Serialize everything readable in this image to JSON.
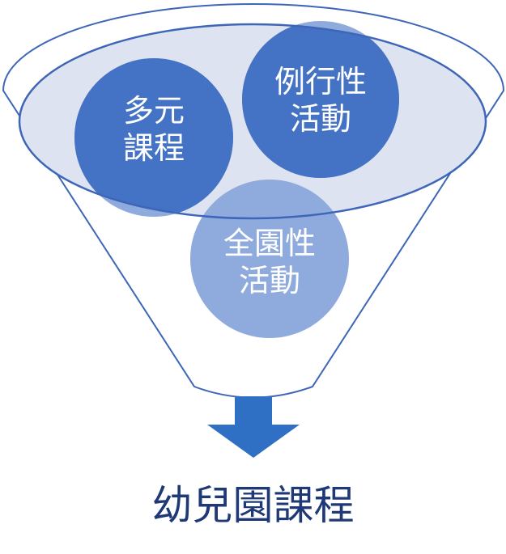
{
  "circles": [
    {
      "label": "多元\n課程"
    },
    {
      "label": "例行性\n活動"
    },
    {
      "label": "全園性\n活動"
    }
  ],
  "result": "幼兒園課程",
  "colors": {
    "dark": "#4472c4",
    "light": "#8faadc",
    "outline": "#3e66b8",
    "rim": "#dde3f0",
    "arrow": "#2f6fc4",
    "text": "#1f3977"
  }
}
